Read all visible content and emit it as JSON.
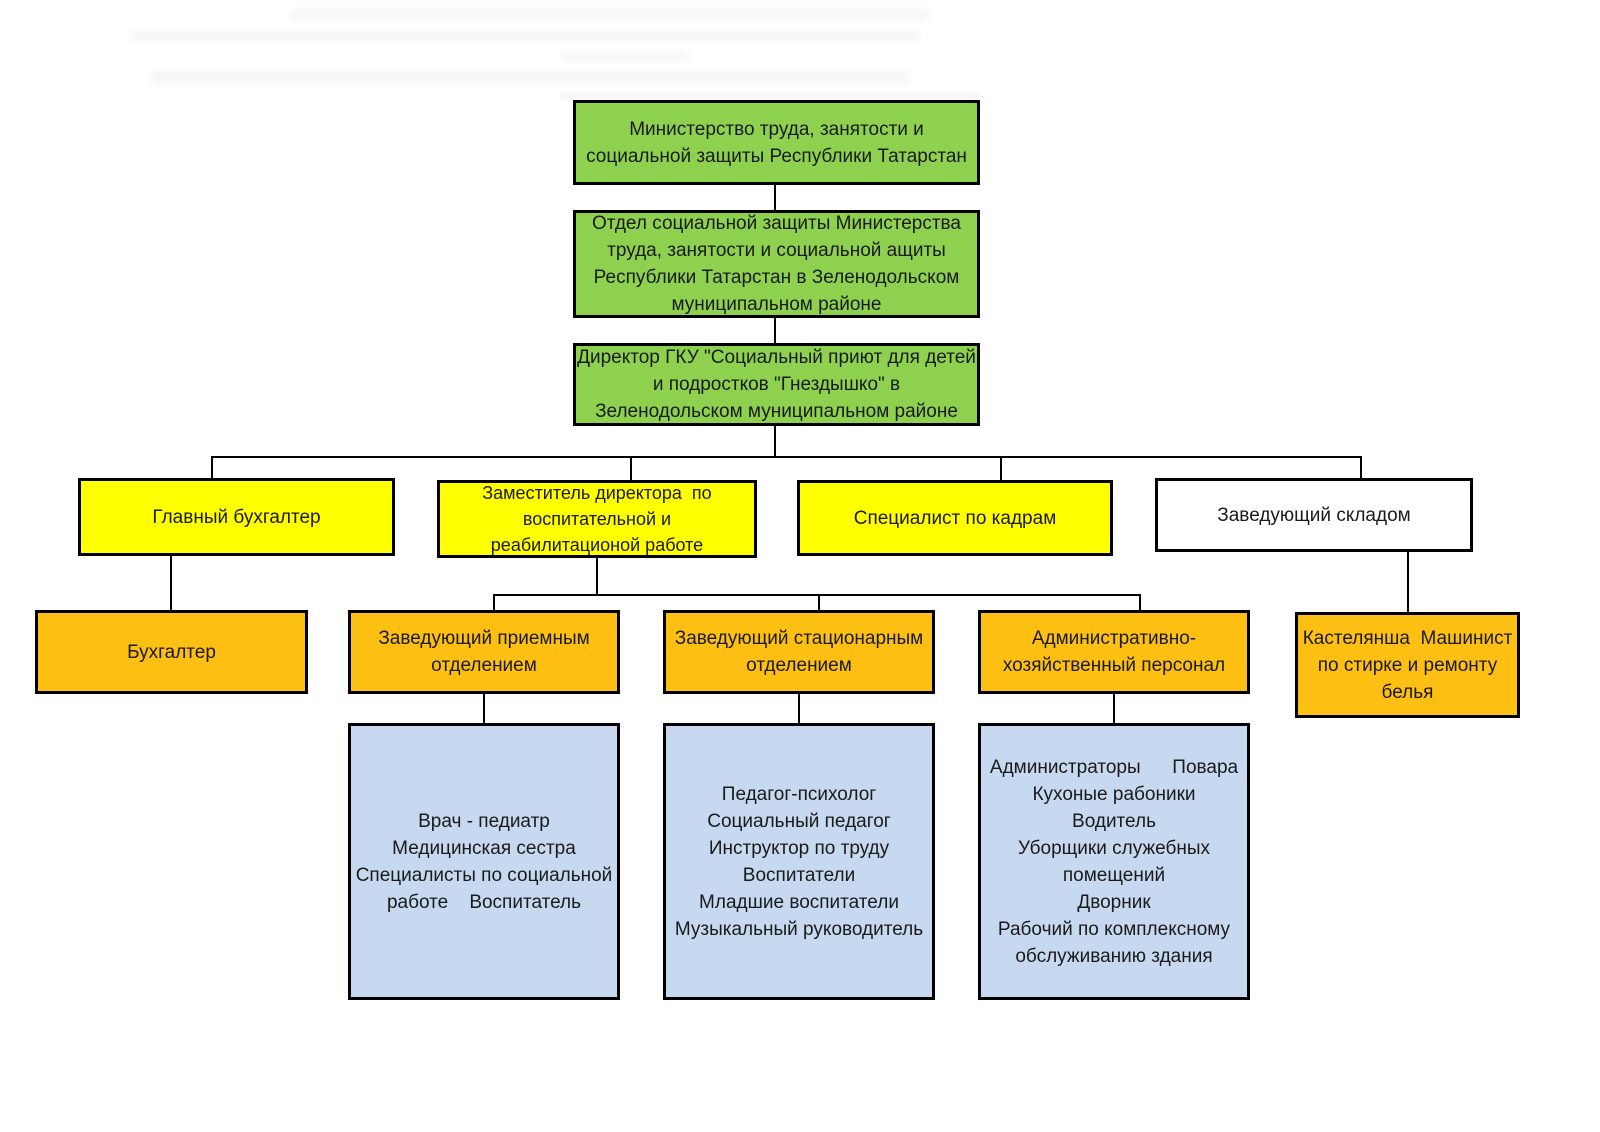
{
  "diagram": {
    "type": "org-chart",
    "language": "ru",
    "colors": {
      "green": "#8ed14f",
      "yellow": "#ffff00",
      "orange": "#fdbf12",
      "blue": "#c6d9f0",
      "white": "#ffffff",
      "line": "#000000"
    },
    "nodes": {
      "ministry": {
        "lines": [
          "Министерство труда, занятости и",
          "социальной защиты Республики Татарстан"
        ]
      },
      "department": {
        "lines": [
          "Отдел социальной защиты Министерства",
          "труда, занятости и социальной ащиты",
          "Республики Татарстан в Зеленодольском",
          "муниципальном районе"
        ]
      },
      "director": {
        "lines": [
          "Директор ГКУ \"Социальный приют для детей",
          "и подростков \"Гнездышко\" в",
          "Зеленодольском муниципальном районе"
        ]
      },
      "chief_accountant": {
        "label": "Главный бухгалтер"
      },
      "deputy_director": {
        "lines": [
          "Заместитель директора  по",
          "воспитательной и",
          "реабилитационой работе"
        ]
      },
      "hr_specialist": {
        "label": "Специалист по кадрам"
      },
      "warehouse_manager": {
        "label": "Заведующий складом"
      },
      "accountant": {
        "label": "Бухгалтер"
      },
      "reception_head": {
        "lines": [
          "Заведующий приемным",
          "отделением"
        ]
      },
      "inpatient_head": {
        "lines": [
          "Заведующий стационарным",
          "отделением"
        ]
      },
      "admin_staff": {
        "lines": [
          "Административно-",
          "хозяйственный персонал"
        ]
      },
      "castellan": {
        "lines": [
          "Кастелянша  Машинист",
          "по стирке и ремонту",
          "белья"
        ]
      },
      "reception_staff": {
        "lines": [
          "Врач - педиатр",
          "Медицинская сестра",
          "Специалисты по социальной",
          "работе    Воспитатель"
        ]
      },
      "inpatient_staff": {
        "lines": [
          "Педагог-психолог",
          "Социальный педагог",
          "Инструктор по труду",
          "Воспитатели",
          "Младшие воспитатели",
          "Музыкальный руководитель"
        ]
      },
      "household_staff": {
        "lines": [
          "Администраторы      Повара",
          "Кухоные рабоники",
          "Водитель",
          "Уборщики служебных",
          "помещений",
          "Дворник",
          "Рабочий по комплексному",
          "обслуживанию здания"
        ]
      }
    }
  }
}
